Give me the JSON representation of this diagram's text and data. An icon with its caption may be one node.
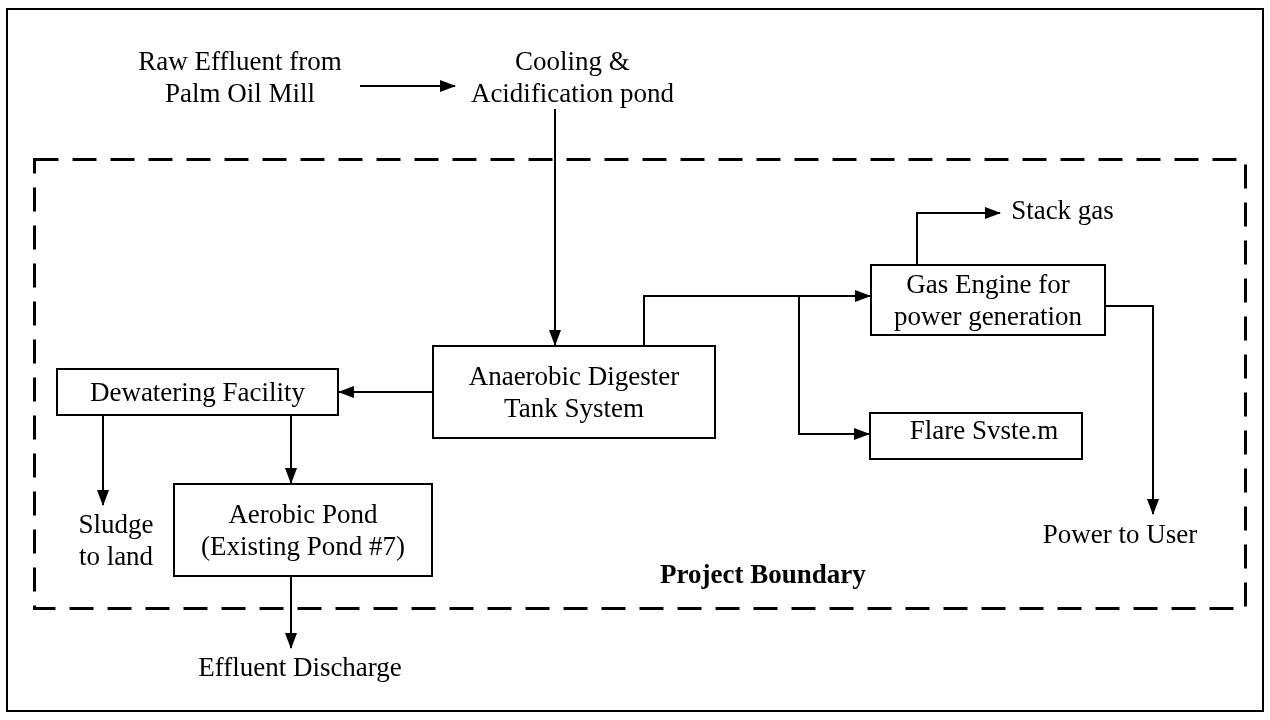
{
  "diagram": {
    "nodes": [
      {
        "text": [
          "Raw Effluent from Palm Oil Mill"
        ]
      },
      {
        "text": [
          "Cooling & Acidification pond"
        ]
      },
      {
        "text": [
          "Project Boundary"
        ]
      },
      {
        "text": [
          "Stack gas"
        ],
        "in": 2
      },
      {
        "text": [
          "Gas Engine for power generation"
        ],
        "in": 2
      },
      {
        "text": [
          "Dewatering Facility"
        ],
        "in": 2
      },
      {
        "text": [
          "Anaerobic Digester Tank System"
        ],
        "in": 2
      },
      {
        "text": [
          "Flare Svste.m"
        ],
        "in": 2
      },
      {
        "text": [
          "Sludge to land"
        ],
        "in": 2
      },
      {
        "text": [
          "Aerobic Pond (Existing Pond #7)"
        ],
        "in": 2
      },
      {
        "text": [
          "Power to User"
        ],
        "in": 2
      },
      {
        "text": [
          "Effluent Discharge"
        ]
      }
    ],
    "edges": [
      {
        "from": 0,
        "to": 1,
        "arrow": "to"
      },
      {
        "from": 1,
        "to": 6,
        "arrow": "to"
      },
      {
        "from": 6,
        "to": 5,
        "arrow": "to"
      },
      {
        "from": 6,
        "to": 4,
        "arrow": "to"
      },
      {
        "from": 6,
        "to": 7,
        "arrow": "to"
      },
      {
        "from": 4,
        "to": 3,
        "arrow": "to"
      },
      {
        "from": 4,
        "to": 10,
        "arrow": "to"
      },
      {
        "from": 5,
        "to": 8,
        "arrow": "to"
      },
      {
        "from": 5,
        "to": 9,
        "arrow": "to"
      },
      {
        "from": 9,
        "to": 11,
        "arrow": "to"
      }
    ]
  }
}
